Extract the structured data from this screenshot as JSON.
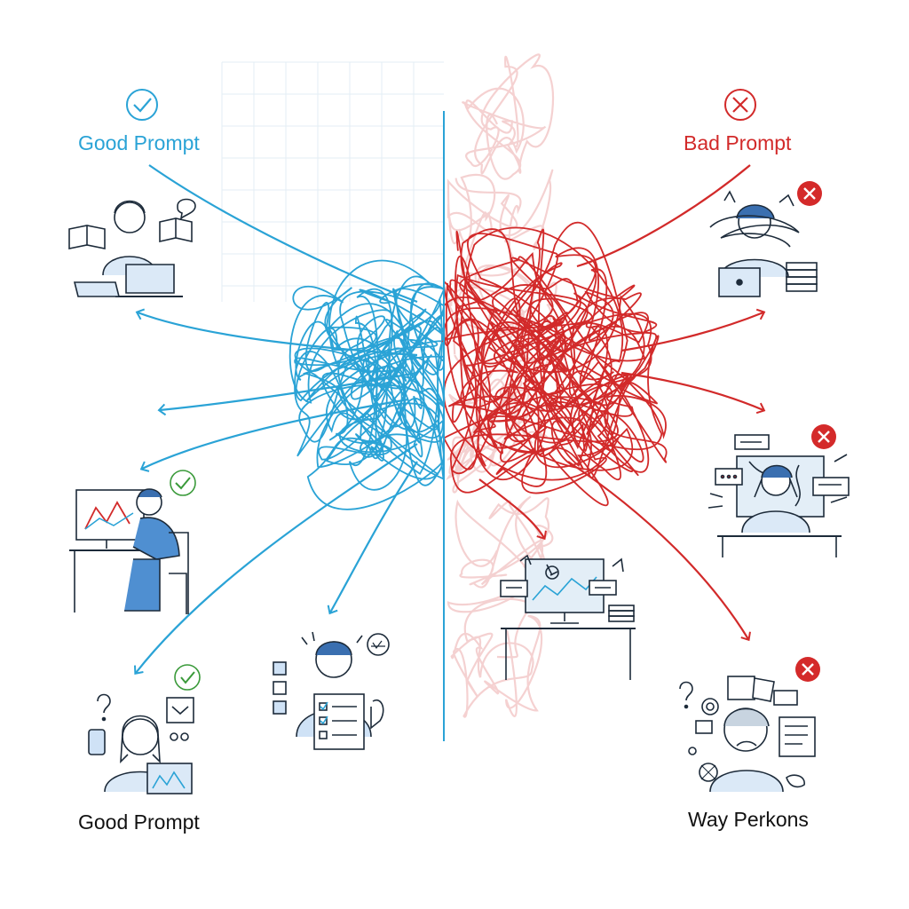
{
  "labels": {
    "good_top": "Good Prompt",
    "bad_top": "Bad Prompt",
    "good_bottom": "Good Prompt",
    "bad_bottom": "Way Perkons"
  },
  "colors": {
    "good": "#2aa3d6",
    "bad": "#d22a2a",
    "check": "#3a9a3a",
    "cross_badge": "#d42a2a",
    "ink": "#1d2b3a",
    "grid": "#e3eef4",
    "faint_red": "#f3c9c9",
    "text_dark": "#111111"
  },
  "icons": {
    "good_mark": "check-circle-icon",
    "bad_mark": "cross-circle-icon",
    "good_badge": "check-badge-icon",
    "bad_badge": "cross-badge-icon"
  },
  "figures": [
    {
      "side": "good",
      "scene": "person-reading-with-laptop"
    },
    {
      "side": "good",
      "scene": "person-at-computer-with-chart"
    },
    {
      "side": "good",
      "scene": "person-with-phone-and-tablet"
    },
    {
      "side": "good",
      "scene": "person-with-checklist"
    },
    {
      "side": "bad",
      "scene": "stressed-person-with-laptop"
    },
    {
      "side": "bad",
      "scene": "overwhelmed-person-at-screen"
    },
    {
      "side": "bad",
      "scene": "cluttered-desk-with-monitor"
    },
    {
      "side": "bad",
      "scene": "confused-person-with-pop-ups"
    }
  ]
}
